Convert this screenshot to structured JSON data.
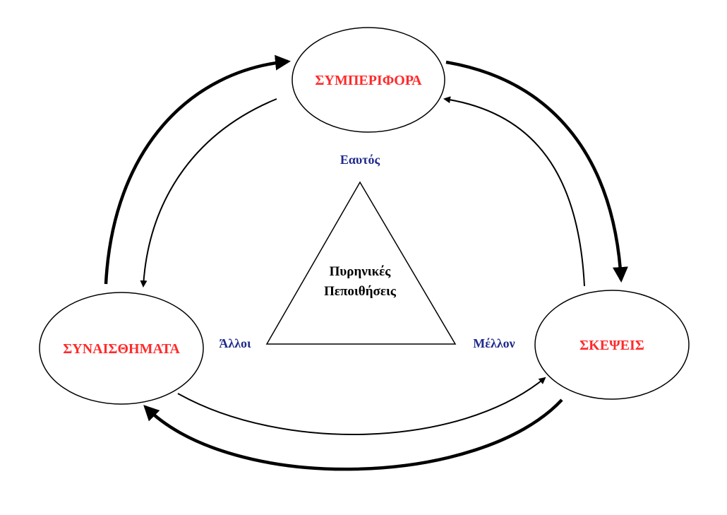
{
  "nodes": {
    "top": {
      "label": "ΣΥΜΠΕΡΙΦΟΡΑ"
    },
    "left": {
      "label": "ΣΥΝΑΙΣΘΗΜΑΤΑ"
    },
    "right": {
      "label": "ΣΚΕΨΕΙΣ"
    }
  },
  "triangle": {
    "center_line1": "Πυρηνικές",
    "center_line2": "Πεποιθήσεις",
    "vertex_top": "Εαυτός",
    "vertex_left": "Άλλοι",
    "vertex_right": "Μέλλον"
  },
  "colors": {
    "node_text": "#ff2a2a",
    "vertex_text": "#1f2a8c",
    "center_text": "#000000",
    "stroke": "#000000"
  }
}
